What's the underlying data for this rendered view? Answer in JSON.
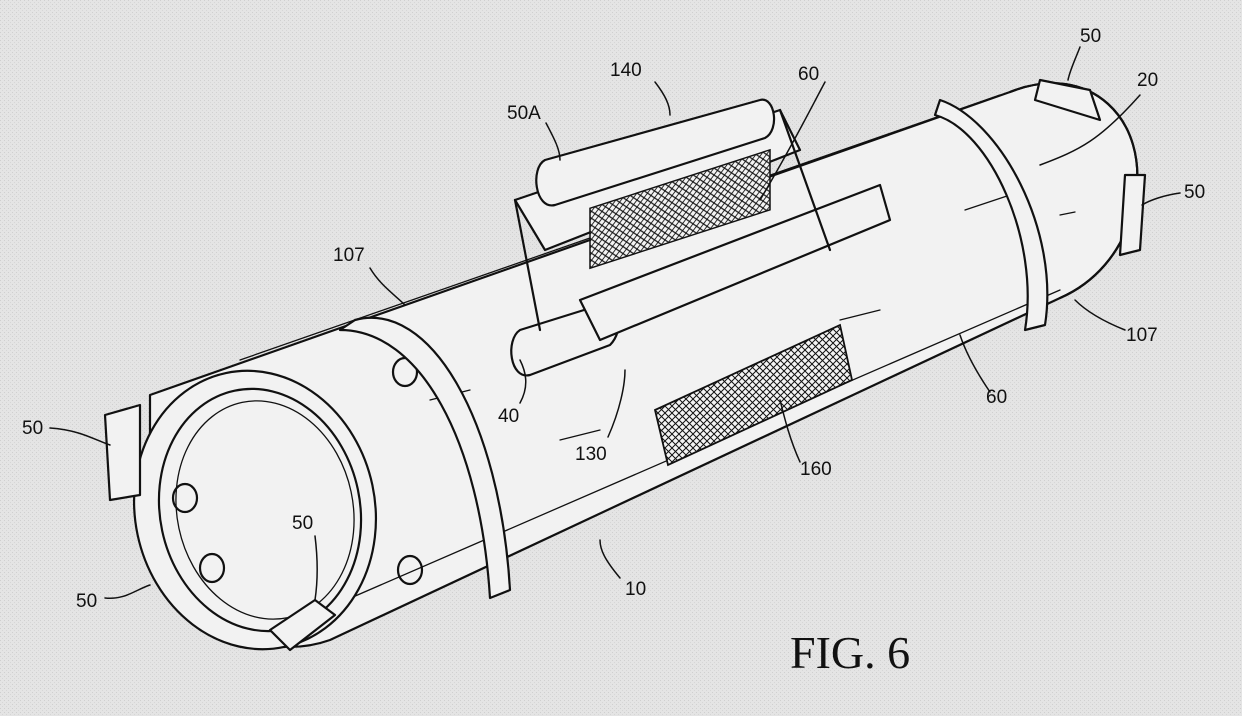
{
  "figure_label": "FIG. 6",
  "reference_labels": {
    "bag_body": "10",
    "end_cap": "20",
    "side_handle": "40",
    "handle_front_left": "50",
    "handle_front_bottom": "50",
    "handle_front_inner": "50",
    "handle_rear_top": "50",
    "handle_rear_right": "50",
    "center_handle": "50A",
    "zipper_top": "60",
    "zipper_side": "60",
    "strap_front": "107",
    "strap_rear": "107",
    "handle_frame": "130",
    "grip_sleeve": "140",
    "mesh_panel": "160"
  }
}
